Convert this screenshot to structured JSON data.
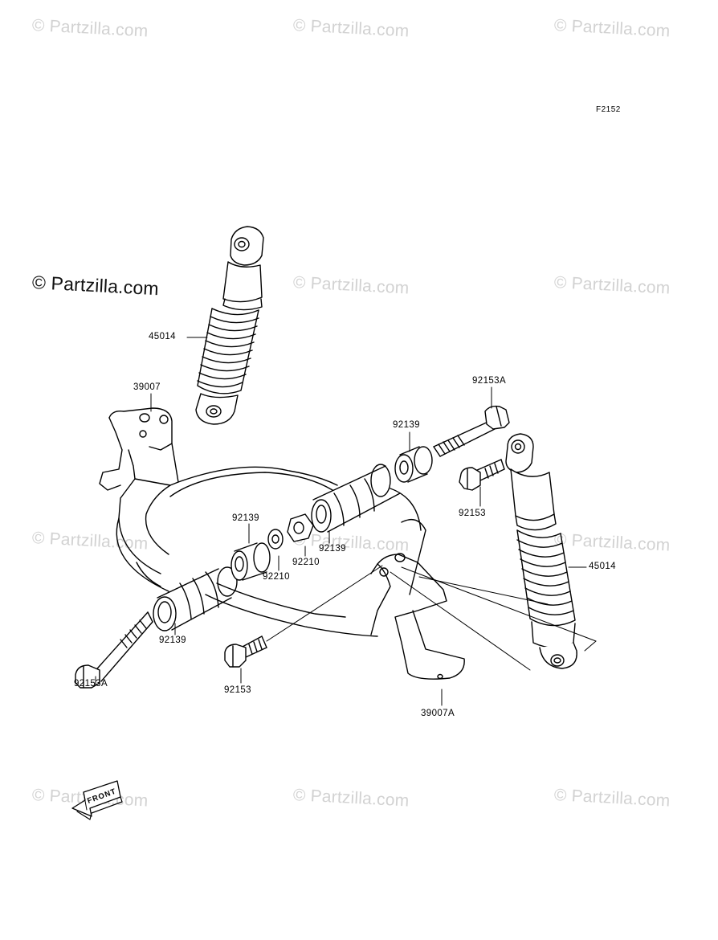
{
  "watermarks": [
    "© Partzilla.com",
    "© Partzilla.com",
    "© Partzilla.com",
    "© Partzilla.com",
    "© Partzilla.com",
    "© Partzilla.com",
    "© Partzilla.com",
    "© Partzilla.com",
    "© Partzilla.com",
    "© Partzilla.com",
    "© Partzilla.com",
    "© Partzilla.com"
  ],
  "diagram_code": "F2152",
  "part_labels": {
    "shock_upper_left": "45014",
    "shock_right": "45014",
    "arm_left": "39007",
    "arm_right": "39007A",
    "bolt_long_top": "92153A",
    "bolt_long_bottom": "92153A",
    "bolt_short_top": "92153",
    "bolt_short_bottom": "92153",
    "bushing_top": "92139",
    "bushing_mid": "92139",
    "bushing_center": "92139",
    "bushing_bottom": "92139",
    "collar_a": "92210",
    "collar_b": "92210"
  },
  "front_arrow_text": "FRONT"
}
